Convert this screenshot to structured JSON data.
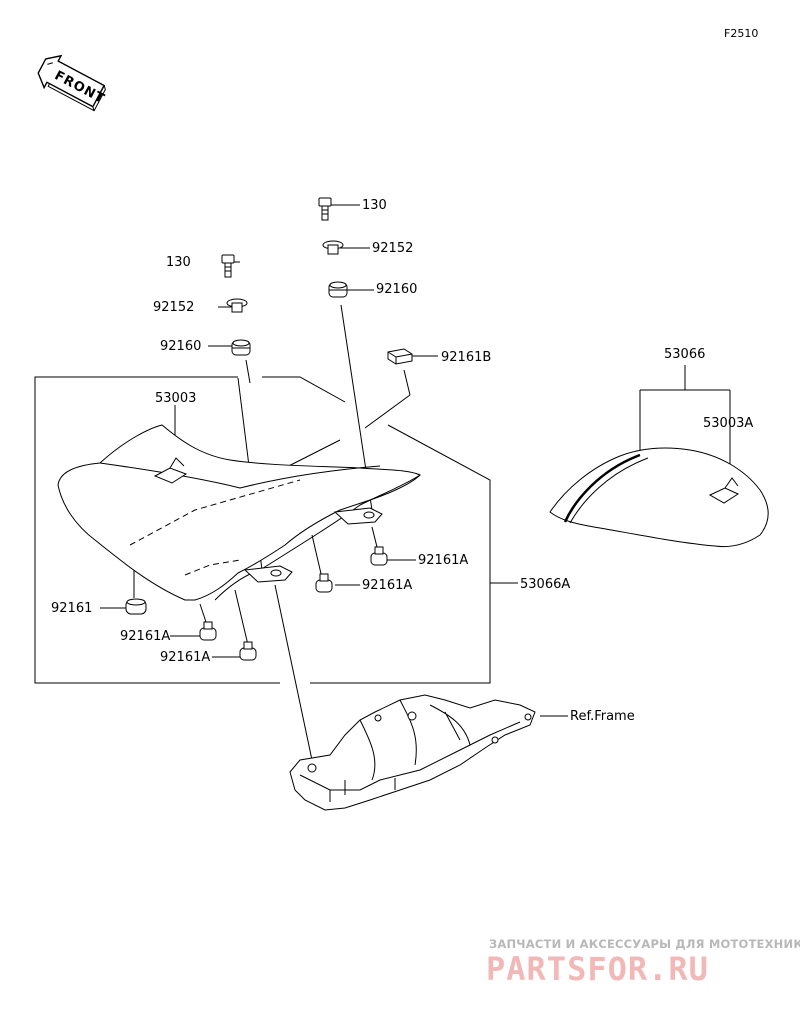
{
  "figure_code": "F2510",
  "front_arrow_label": "FRONT",
  "labels": {
    "bolt_right": "130",
    "washer_right": "92152",
    "damper_right": "92160",
    "bolt_left": "130",
    "washer_left": "92152",
    "damper_left": "92160",
    "cushion_top": "92161B",
    "rider_seat_cover": "53003",
    "pillion_seat_assembly": "53066",
    "pillion_seat_cover": "53003A",
    "rider_seat_assembly": "53066A",
    "damper_bottom": "92161",
    "damper_a_1": "92161A",
    "damper_a_2": "92161A",
    "damper_a_3": "92161A",
    "damper_a_4": "92161A",
    "reference": "Ref.Frame"
  },
  "watermark": {
    "tagline": "ЗАПЧАСТИ И АКСЕССУАРЫ ДЛЯ МОТОТЕХНИКИ",
    "logo": "PARTSFOR.RU",
    "color": "#f2b8b8"
  }
}
